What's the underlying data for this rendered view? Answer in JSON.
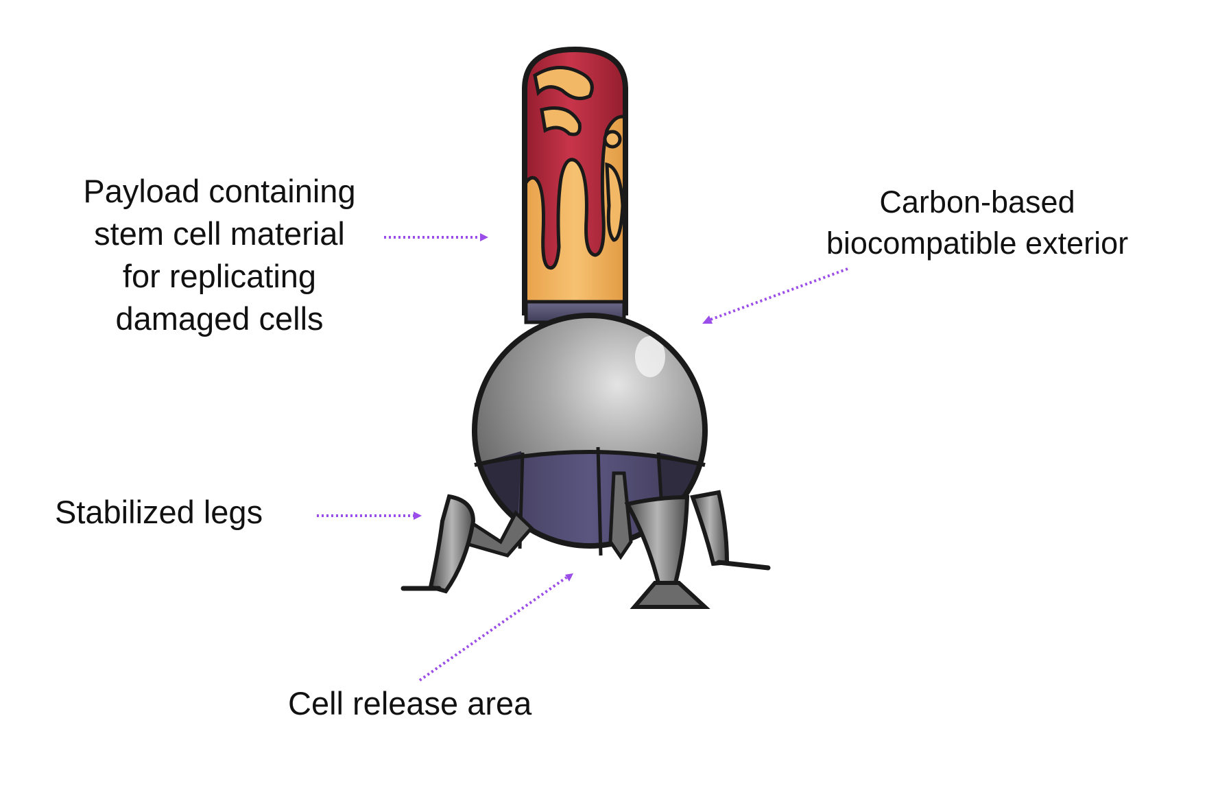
{
  "diagram": {
    "labels": {
      "payload": {
        "lines": [
          "Payload containing",
          "stem cell material",
          "for replicating",
          "damaged cells"
        ]
      },
      "exterior": {
        "lines": [
          "Carbon-based",
          "biocompatible exterior"
        ]
      },
      "legs": {
        "lines": [
          "Stabilized legs"
        ]
      },
      "release": {
        "lines": [
          "Cell release area"
        ]
      }
    },
    "colors": {
      "arrow": "#9b4dea",
      "payload_red": "#b3253a",
      "payload_gold": "#f2b35c",
      "body_gray": "#8e8e8e",
      "skirt_purple": "#4f4a6e",
      "outline": "#1a1a1a"
    }
  }
}
